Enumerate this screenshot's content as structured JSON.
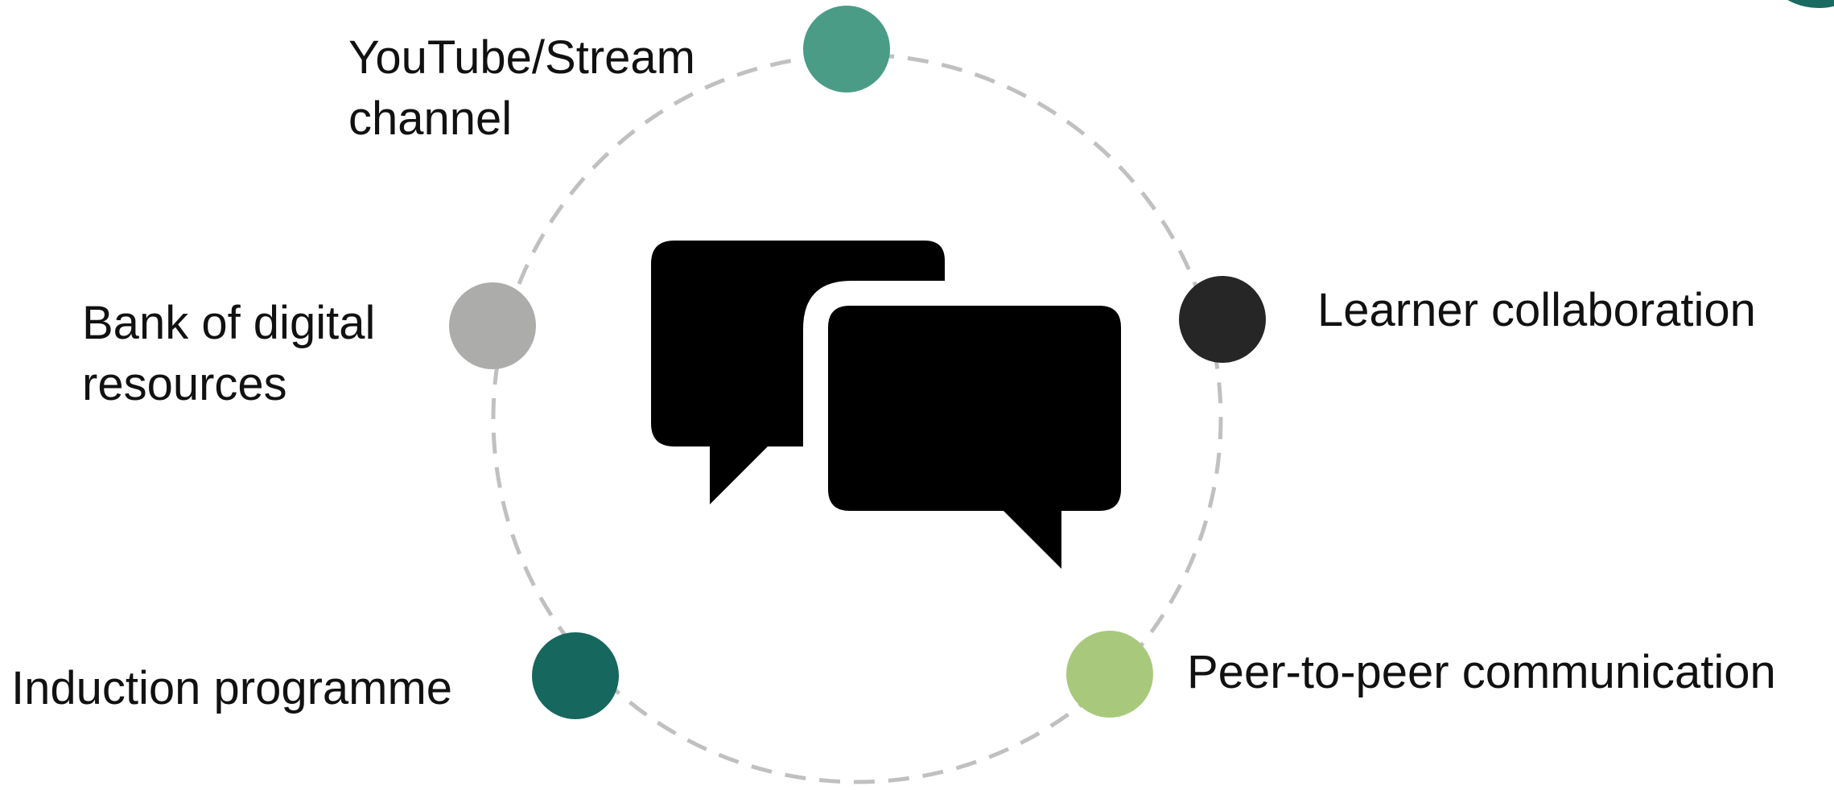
{
  "center_icon": "speech-bubbles-icon",
  "colors": {
    "ring": "#c0c0c0",
    "icon": "#000000",
    "corner_accent": "#1b6a62"
  },
  "nodes": [
    {
      "id": "youtube",
      "label_lines": [
        "YouTube/Stream",
        "channel"
      ],
      "color": "#4a9c86"
    },
    {
      "id": "learner",
      "label_lines": [
        "Learner collaboration"
      ],
      "color": "#262626"
    },
    {
      "id": "peer",
      "label_lines": [
        "Peer-to-peer communication"
      ],
      "color": "#a8c97b"
    },
    {
      "id": "induction",
      "label_lines": [
        "Induction programme"
      ],
      "color": "#16675d"
    },
    {
      "id": "bank",
      "label_lines": [
        "Bank of digital",
        "resources"
      ],
      "color": "#acacab"
    }
  ]
}
